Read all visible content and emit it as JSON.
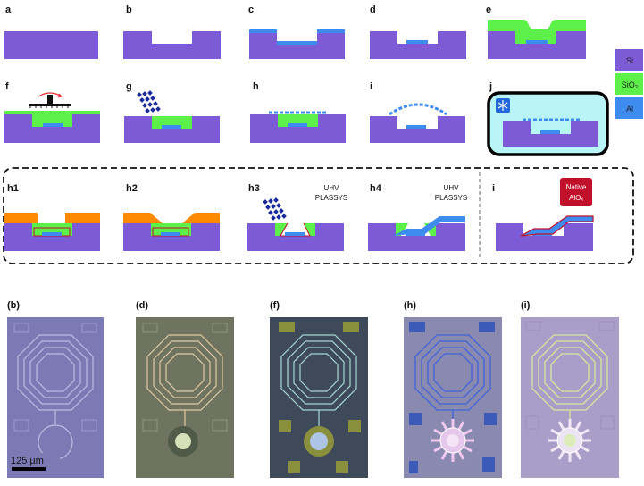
{
  "colors": {
    "si": "#7d5ad6",
    "sio2": "#5df04b",
    "al": "#3f8cf0",
    "resist": "#ff8a00",
    "native_oxide": "#c0102a",
    "cryo": "#b9f4f7",
    "micrograph_bg": "#7f86a8"
  },
  "legend": [
    {
      "label": "Si",
      "color": "#7d5ad6"
    },
    {
      "label": "SiO₂",
      "color": "#5df04b"
    },
    {
      "label": "Al",
      "color": "#3f8cf0"
    }
  ],
  "panels": {
    "a": "a",
    "b": "b",
    "c": "c",
    "d": "d",
    "e": "e",
    "f": "f",
    "g": "g",
    "h": "h",
    "i": "i",
    "j": "j"
  },
  "inset_panels": {
    "h1": "h1",
    "h2": "h2",
    "h3": "h3",
    "h4": "h4",
    "i": "i"
  },
  "inset_notes": {
    "h3_line1": "UHV",
    "h3_line2": "PLASSYS",
    "h4_line1": "UHV",
    "h4_line2": "PLASSYS",
    "native_line1": "Native",
    "native_line2": "AlOₓ"
  },
  "micrographs": [
    {
      "label": "(b)"
    },
    {
      "label": "(d)"
    },
    {
      "label": "(f)"
    },
    {
      "label": "(h)"
    },
    {
      "label": "(i)"
    }
  ],
  "scale_bar": "125 µm"
}
